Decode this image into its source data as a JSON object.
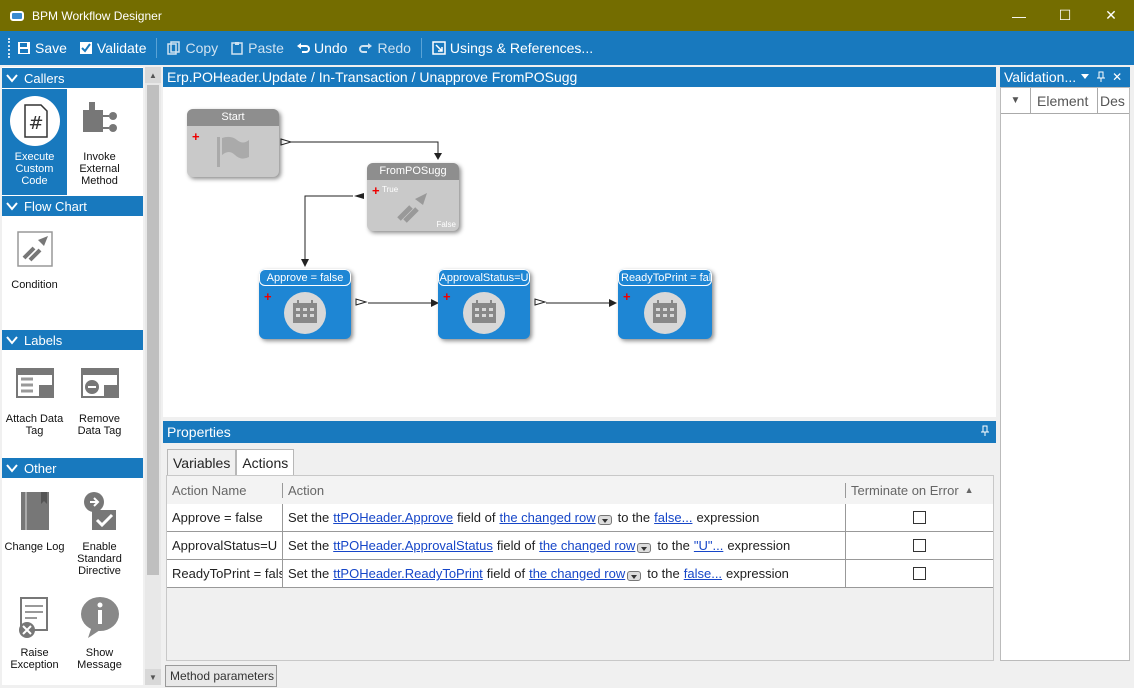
{
  "window": {
    "title": "BPM Workflow Designer",
    "controls": {
      "minimize": "—",
      "maximize": "☐",
      "close": "✕"
    }
  },
  "toolbar": {
    "save": "Save",
    "validate": "Validate",
    "copy": "Copy",
    "paste": "Paste",
    "undo": "Undo",
    "redo": "Redo",
    "usings": "Usings & References..."
  },
  "palette": {
    "callers": {
      "header": "Callers",
      "execute_custom_code": "Execute Custom Code",
      "invoke_external_method": "Invoke External Method"
    },
    "flow_chart": {
      "header": "Flow Chart",
      "condition": "Condition"
    },
    "labels": {
      "header": "Labels",
      "attach_data_tag": "Attach Data Tag",
      "remove_data_tag": "Remove Data Tag"
    },
    "other": {
      "header": "Other",
      "change_log": "Change Log",
      "enable_standard_directive": "Enable Standard Directive",
      "raise_exception": "Raise Exception",
      "show_message": "Show Message"
    }
  },
  "canvas": {
    "breadcrumb": "Erp.POHeader.Update / In-Transaction / Unapprove FromPOSugg",
    "nodes": {
      "start": "Start",
      "condition": "FromPOSugg",
      "condition_true": "True",
      "condition_false": "False",
      "approve": "Approve = false",
      "approval_status": "ApprovalStatus=U",
      "ready_to_print": "ReadyToPrint = false"
    }
  },
  "properties": {
    "header": "Properties",
    "tabs": {
      "variables": "Variables",
      "actions": "Actions"
    },
    "columns": {
      "action_name": "Action Name",
      "action": "Action",
      "terminate": "Terminate on Error"
    },
    "sort_glyph": "▲",
    "rows": [
      {
        "name": "Approve = false",
        "pre": "Set the",
        "field": "ttPOHeader.Approve",
        "mid": "field of",
        "row": "the changed row",
        "to": "to the",
        "value": "false...",
        "post": "expression"
      },
      {
        "name": "ApprovalStatus=U",
        "pre": "Set the",
        "field": "ttPOHeader.ApprovalStatus",
        "mid": "field of",
        "row": "the changed row",
        "to": "to the",
        "value": "\"U\"...",
        "post": "expression"
      },
      {
        "name": "ReadyToPrint = false",
        "pre": "Set the",
        "field": "ttPOHeader.ReadyToPrint",
        "mid": "field of",
        "row": "the changed row",
        "to": "to the",
        "value": "false...",
        "post": "expression"
      }
    ]
  },
  "method_parameters_tab": "Method parameters",
  "validation": {
    "header": "Validation...",
    "columns": {
      "element": "Element",
      "description": "Des"
    }
  },
  "colors": {
    "title_bar": "#746d00",
    "accent": "#1879be",
    "node_blue": "#1e86d4"
  }
}
